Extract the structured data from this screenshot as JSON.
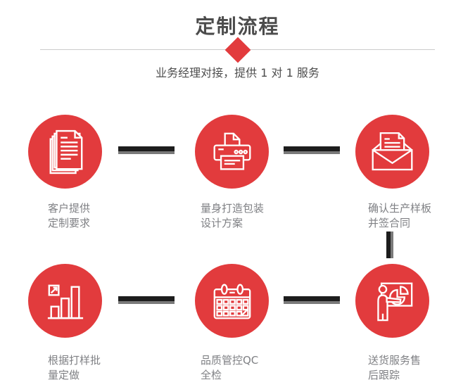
{
  "header": {
    "title": "定制流程",
    "subtitle": "业务经理对接，提供 1 对 1 服务"
  },
  "steps": [
    {
      "id": 1,
      "icon": "documents-icon",
      "label": [
        "客户提供",
        "定制要求"
      ]
    },
    {
      "id": 2,
      "icon": "printer-icon",
      "label": [
        "量身打造包装",
        "设计方案"
      ]
    },
    {
      "id": 3,
      "icon": "envelope-icon",
      "label": [
        "确认生产样板",
        "并签合同"
      ]
    },
    {
      "id": 4,
      "icon": "bar-chart-icon",
      "label": [
        "根据打样批",
        "量定做"
      ]
    },
    {
      "id": 5,
      "icon": "calendar-icon",
      "label": [
        "品质管控QC",
        "全检"
      ]
    },
    {
      "id": 6,
      "icon": "presentation-icon",
      "label": [
        "送货服务售",
        "后跟踪"
      ]
    }
  ],
  "colors": {
    "accent_red": "#e23b3d",
    "connector_dark": "#1d1d1d",
    "connector_shadow": "#7a7a7a",
    "divider": "#cccccc",
    "title_text": "#4c4c4c",
    "label_text": "#7f8084",
    "icon_stroke": "#ffffff"
  }
}
